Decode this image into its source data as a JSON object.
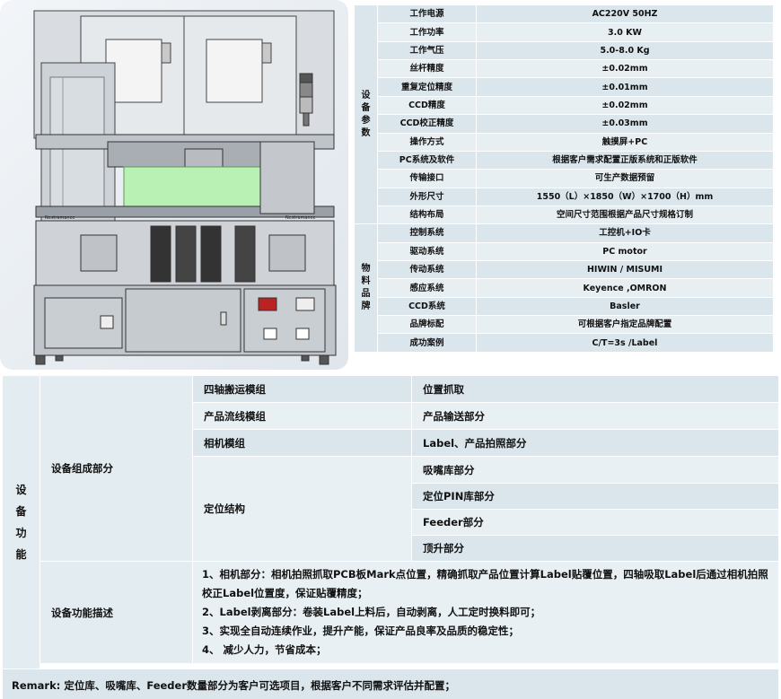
{
  "machine_labels": {
    "left_brand": "Nestramance",
    "right_brand": "Nestramance"
  },
  "spec": {
    "groups": [
      {
        "label": "设备参数",
        "rows": [
          {
            "key": "工作电源",
            "value": "AC220V 50HZ"
          },
          {
            "key": "工作功率",
            "value": "3.0 KW"
          },
          {
            "key": "工作气压",
            "value": "5.0-8.0 Kg"
          },
          {
            "key": "丝杆精度",
            "value": "±0.02mm"
          },
          {
            "key": "重复定位精度",
            "value": "±0.01mm"
          },
          {
            "key": "CCD精度",
            "value": "±0.02mm"
          },
          {
            "key": "CCD校正精度",
            "value": "±0.03mm"
          },
          {
            "key": "操作方式",
            "value": "触摸屏+PC"
          },
          {
            "key": "PC系统及软件",
            "value": "根据客户需求配置正版系统和正版软件"
          },
          {
            "key": "传输接口",
            "value": "可生产数据预留"
          },
          {
            "key": "外形尺寸",
            "value": "1550（L）×1850（W）×1700（H）mm"
          },
          {
            "key": "结构布局",
            "value": "空间尺寸范围根据产品尺寸规格订制"
          }
        ]
      },
      {
        "label": "物料品牌",
        "rows": [
          {
            "key": "控制系统",
            "value": "工控机+IO卡"
          },
          {
            "key": "驱动系统",
            "value": "PC motor"
          },
          {
            "key": "传动系统",
            "value": "HIWIN / MISUMI"
          },
          {
            "key": "感应系统",
            "value": "Keyence ,OMRON"
          },
          {
            "key": "CCD系统",
            "value": "Basler"
          },
          {
            "key": "品牌标配",
            "value": "可根据客户指定品牌配置"
          },
          {
            "key": "成功案例",
            "value": "C/T=3s /Label"
          }
        ]
      }
    ]
  },
  "func": {
    "side_label": "设备功能",
    "composition_label": "设备组成部分",
    "modules": [
      {
        "name": "四轴搬运模组",
        "part": "位置抓取"
      },
      {
        "name": "产品流线模组",
        "part": "产品输送部分"
      },
      {
        "name": "相机模组",
        "part": "Label、产品拍照部分"
      }
    ],
    "positioning": {
      "name": "定位结构",
      "parts": [
        "吸嘴库部分",
        "定位PIN库部分",
        "Feeder部分",
        "顶升部分"
      ]
    },
    "description_label": "设备功能描述",
    "description_lines": [
      "1、相机部分：相机拍照抓取PCB板Mark点位置，精确抓取产品位置计算Label贴覆位置，四轴吸取Label后通过相机拍照校正Label位置度，保证贴覆精度；",
      "2、Label剥离部分：卷装Label上料后，自动剥离，人工定时换料即可；",
      "3、实现全自动连续作业，提升产能，保证产品良率及品质的稳定性；",
      "4、 减少人力，节省成本；"
    ],
    "remark": "Remark: 定位库、吸嘴库、Feeder数量部分为客户可选项目，根据客户不同需求评估并配置；"
  }
}
